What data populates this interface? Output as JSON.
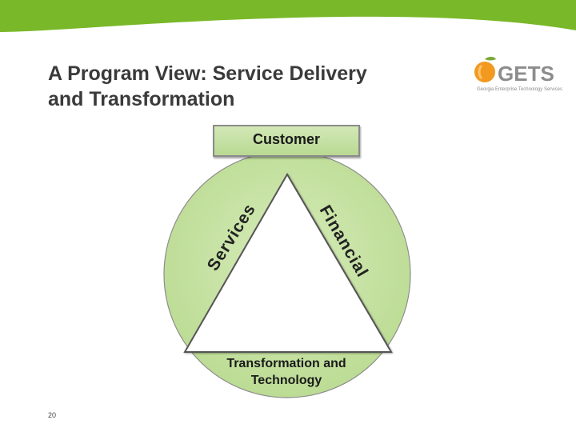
{
  "slide": {
    "title_lines": [
      "A Program View: Service Delivery",
      "and Transformation"
    ],
    "page_number": "20"
  },
  "logo": {
    "wordmark": "GETS",
    "tagline": "Georgia Enterprise Technology Services"
  },
  "diagram": {
    "top_label": "Customer",
    "left_side_label": "Services",
    "right_side_label": "Financial",
    "bottom_label_lines": [
      "Transformation and",
      "Technology"
    ]
  },
  "colors": {
    "top_band": "#79b828",
    "circle_fill": "#c8e3a6",
    "customer_box": "#c2de9e",
    "title_text": "#3a3a3a",
    "logo_orange": "#f29a1f",
    "logo_gray": "#8c8c8c"
  }
}
